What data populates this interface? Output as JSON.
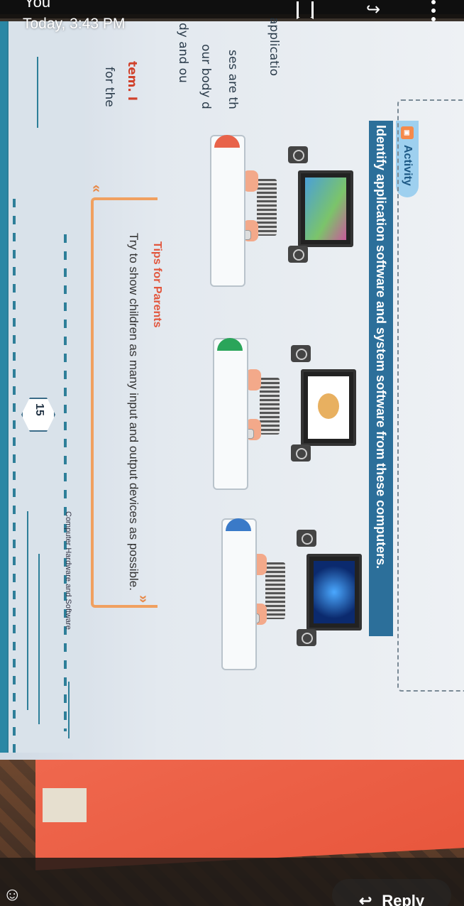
{
  "header": {
    "sender": "You",
    "timestamp": "Today, 3:43 PM",
    "icons": [
      "bookmark-icon",
      "forward-icon",
      "more-vert-icon"
    ]
  },
  "photo": {
    "activity_label": "Activity",
    "instruction": "Identify application software and system software from these computers.",
    "tips_title": "Tips for Parents",
    "tips_text": "Try to show children as many input and output devices as possible.",
    "page_number": "15",
    "footer": "Computer Hardware and Software",
    "side_text": [
      "applicatio",
      "ses are th",
      "our body d",
      "dy and ou",
      "tem. I",
      "for the"
    ],
    "answer_tab_colors": [
      "#e8634a",
      "#2aa55a",
      "#3a7ac8"
    ]
  },
  "footer_bar": {
    "reply_label": "Reply",
    "emoji_icon": "add-reaction-icon"
  },
  "colors": {
    "instruction_bg": "#2c6f9a",
    "tips_title": "#e2563d",
    "cover": "#e8573d"
  }
}
